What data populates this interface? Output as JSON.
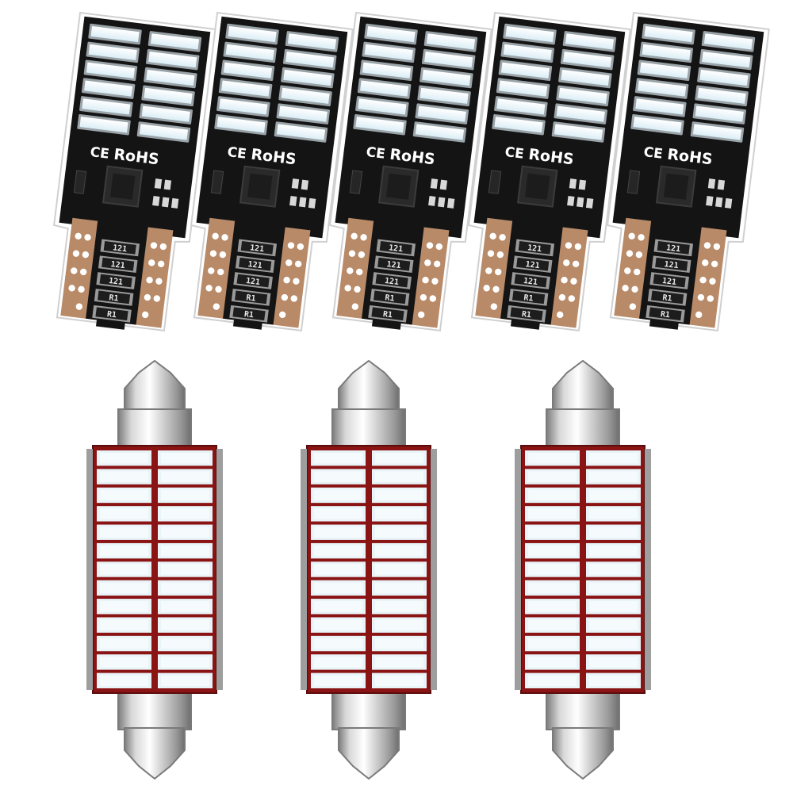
{
  "scene": {
    "background": "#ffffff",
    "t10_bulb_count": 5,
    "festoon_bulb_count": 3,
    "t10_bulb": {
      "marking_ce": "CE",
      "marking_rohs": "RoHS",
      "resistor_labels": [
        "121",
        "121",
        "121",
        "R1",
        "R1"
      ],
      "led_chip_rows": 6,
      "led_chip_columns": 2
    },
    "festoon_bulb": {
      "led_chip_rows": 13,
      "led_chip_columns": 2
    },
    "colors": {
      "pcb_black": "#141414",
      "pcb_copper": "#b88a68",
      "led_chip": "#e9f4f9",
      "festoon_frame": "#8a1414",
      "chrome_light": "#f4f4f4",
      "chrome_dark": "#8c8c8c"
    }
  }
}
